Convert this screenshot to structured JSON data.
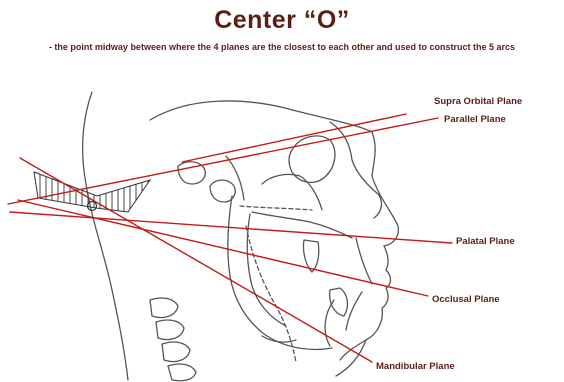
{
  "header": {
    "title": "Center     “O”",
    "subtitle": "- the point midway between where the 4 planes are the closest to each other and used to construct the 5 arcs"
  },
  "labels": {
    "supra_orbital": "Supra Orbital Plane",
    "parallel": "Parallel Plane",
    "palatal": "Palatal Plane",
    "occlusal": "Occlusal Plane",
    "mandibular": "Mandibular Plane"
  },
  "colors": {
    "title_text": "#5a1e17",
    "plane_lines": "#c41a1a",
    "sketch": "#555555",
    "background": "#ffffff"
  }
}
